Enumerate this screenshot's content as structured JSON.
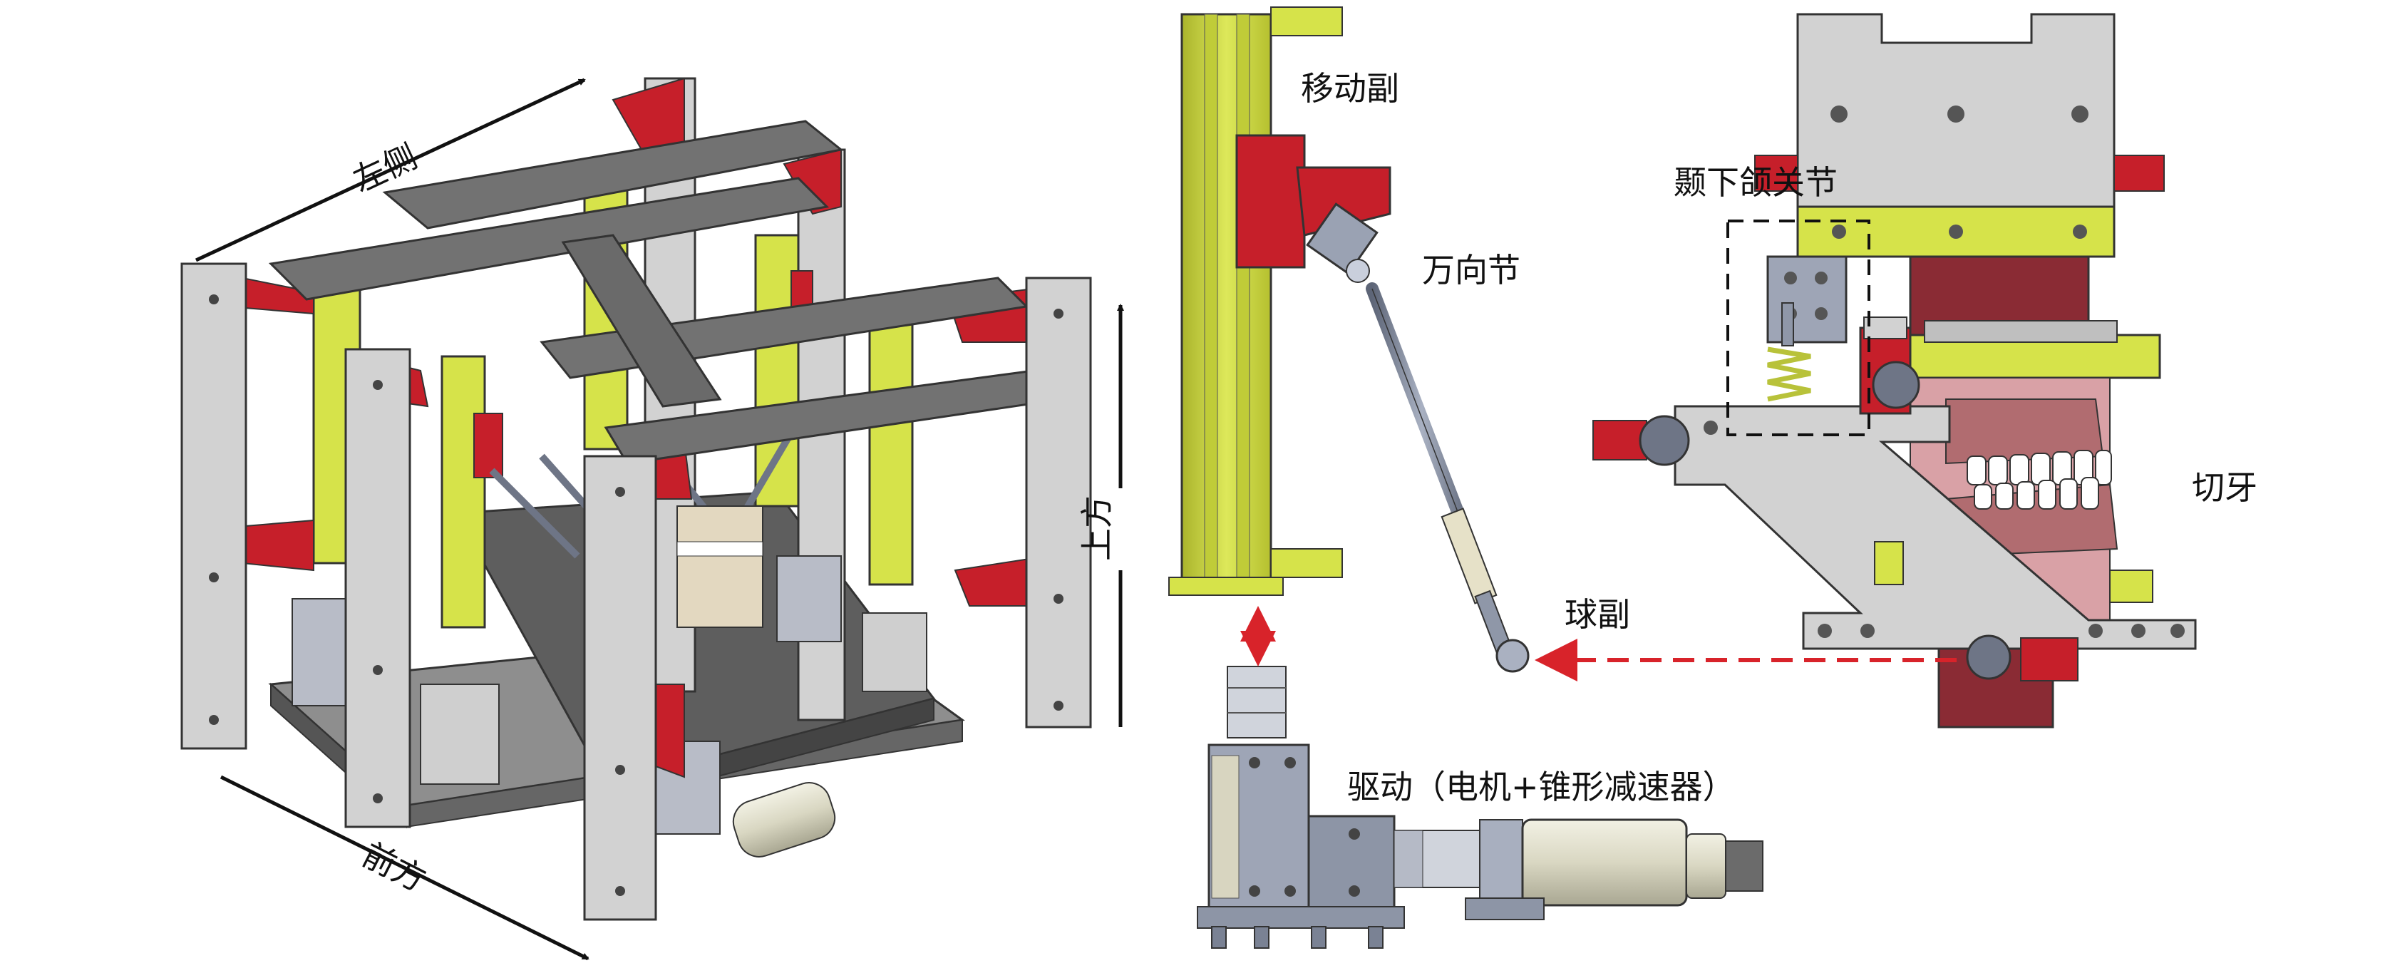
{
  "labels": {
    "left_side": "左侧",
    "front": "前方",
    "up": "上方",
    "prismatic_pair": "移动副",
    "universal_joint": "万向节",
    "tmj": "颞下颌关节",
    "incisor": "切牙",
    "ball_pair": "球副",
    "drive": "驱动（电机+锥形减速器）"
  },
  "colors": {
    "frame_gray": "#d2d2d2",
    "plate_dark": "#6e6e6e",
    "lime": "#d6e34a",
    "red": "#c61f2a",
    "slate": "#8f97a8",
    "cream": "#e2e0cc",
    "arrow_red": "#d8232a",
    "black": "#111111"
  }
}
